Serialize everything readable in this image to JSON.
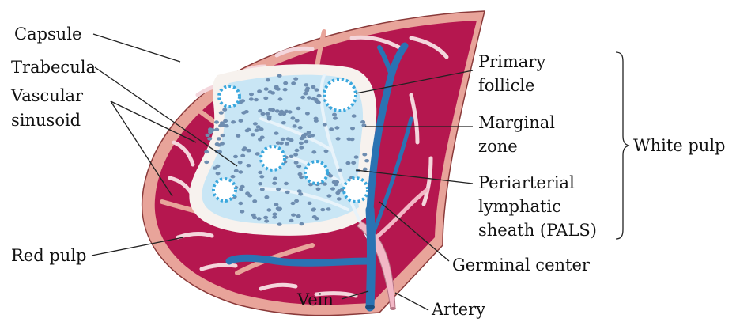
{
  "labels": {
    "capsule": "Capsule",
    "trabecula": "Trabecula",
    "vascular_1": "Vascular",
    "vascular_2": "sinusoid",
    "red_pulp": "Red pulp",
    "primary_1": "Primary",
    "primary_2": "follicle",
    "marginal_1": "Marginal",
    "marginal_2": "zone",
    "white_pulp": "White pulp",
    "pals_1": "Periarterial",
    "pals_2": "lymphatic",
    "pals_3": "sheath (PALS)",
    "germinal": "Germinal center",
    "vein": "Vein",
    "artery": "Artery"
  },
  "colors": {
    "capsule": "#e8a49a",
    "red_pulp": "#b5174f",
    "white_pulp": "#c9e6f5",
    "marginal": "#f7f2ee",
    "vessel_blue": "#2a73b3",
    "artery_pink": "#f2b8c6",
    "follicle": "#3aa7dd",
    "lymphocyte": "#6e8db0"
  }
}
